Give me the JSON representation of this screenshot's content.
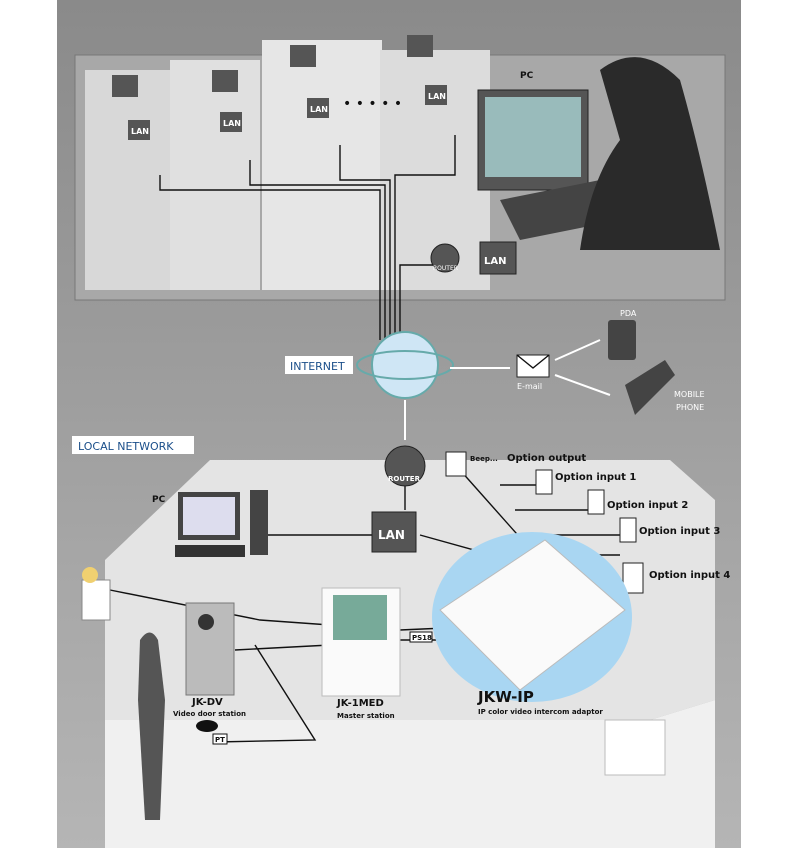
{
  "diagram": {
    "remote_site": {
      "pc_label": "PC",
      "lan_label": "LAN",
      "router_label": "ROUTER",
      "ellipsis": "• • • • •"
    },
    "internet": {
      "label": "INTERNET",
      "email_label": "E-mail",
      "pda_label": "PDA",
      "mobile_label_1": "MOBILE",
      "mobile_label_2": "PHONE"
    },
    "local_network": {
      "label": "LOCAL NETWORK",
      "pc_label": "PC",
      "router_label": "ROUTER",
      "lan_label": "LAN",
      "beep_label": "Beep...",
      "option_output": "Option output",
      "option_input_1": "Option input 1",
      "option_input_2": "Option input 2",
      "option_input_3": "Option input 3",
      "option_input_4": "Option input 4",
      "door_station_model": "JK-DV",
      "door_station_desc": "Video door station",
      "master_station_model": "JK-1MED",
      "master_station_desc": "Master station",
      "adaptor_model": "JKW-IP",
      "adaptor_desc": "IP color video intercom adaptor",
      "ps_label": "PS18",
      "pt_label": "PT"
    },
    "colors": {
      "panel": "#8c8c8c",
      "building": "#d9d9d9",
      "accent": "#1b4f8a",
      "bubble": "#a9d6f2"
    }
  }
}
